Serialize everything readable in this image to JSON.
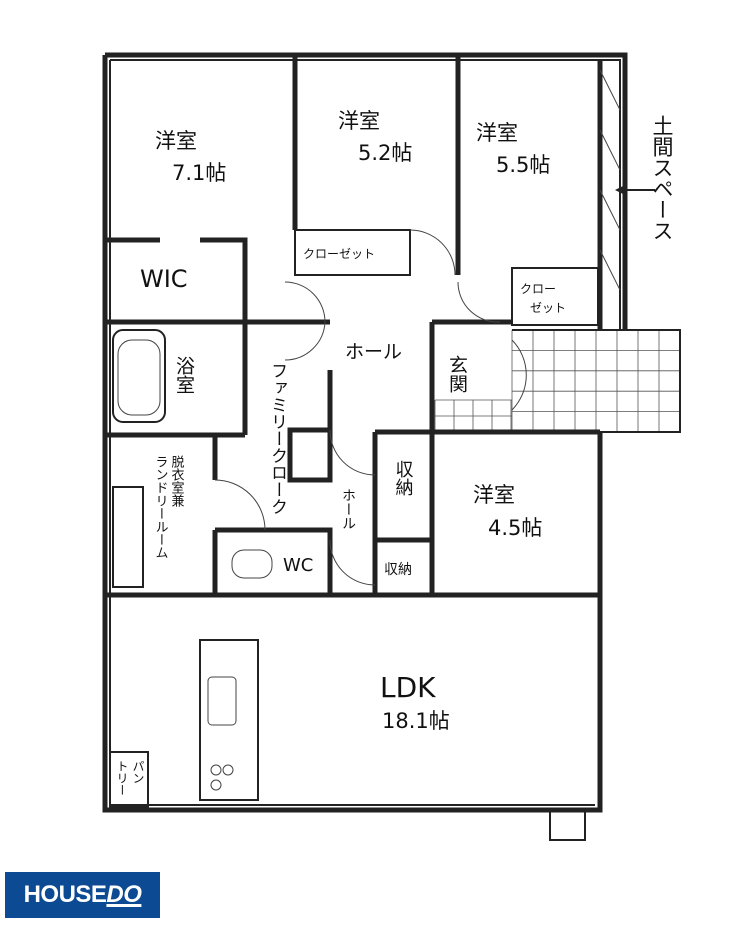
{
  "rooms": {
    "room1": {
      "name": "洋室",
      "size": "7.1帖"
    },
    "room2": {
      "name": "洋室",
      "size": "5.2帖"
    },
    "room3": {
      "name": "洋室",
      "size": "5.5帖"
    },
    "room4": {
      "name": "洋室",
      "size": "4.5帖"
    },
    "wic": "WIC",
    "closet1": "クローゼット",
    "closet2_line1": "クロー",
    "closet2_line2": "ゼット",
    "hall": "ホール",
    "hall2": "ホール",
    "entrance": "玄関",
    "bath": "浴室",
    "family_cloak": "ファミリークローク",
    "dressing_line1": "脱衣室兼",
    "dressing_line2": "ランドリールーム",
    "wc": "WC",
    "storage1": "収納",
    "storage2": "収納",
    "ldk": {
      "name": "LDK",
      "size": "18.1帖"
    },
    "pantry_line1": "パン",
    "pantry_line2": "トリー",
    "doma": "土間スペース"
  },
  "logo": {
    "house": "HOUSE",
    "do": "DO"
  },
  "colors": {
    "logo_bg": "#0c4a93",
    "wall": "#222222"
  }
}
